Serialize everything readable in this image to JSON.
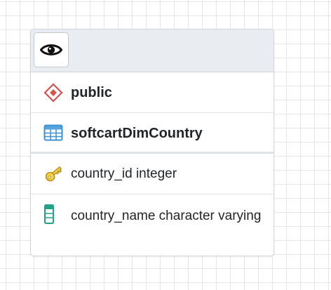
{
  "node": {
    "schema": {
      "name": "public",
      "icon": "schema-icon"
    },
    "table": {
      "name": "softcartDimCountry",
      "icon": "table-icon"
    },
    "columns": [
      {
        "text": "country_id integer",
        "icon": "primary-key-icon"
      },
      {
        "text": "country_name character varying",
        "icon": "column-icon"
      }
    ],
    "header": {
      "toggle_icon": "eye-icon"
    }
  },
  "colors": {
    "header_bg": "#e9edf2",
    "schema_icon": "#d9534f",
    "table_icon": "#3a93d8",
    "key_icon": "#e6c229",
    "column_icon": "#20a389",
    "grid": "#e6e6e6"
  }
}
